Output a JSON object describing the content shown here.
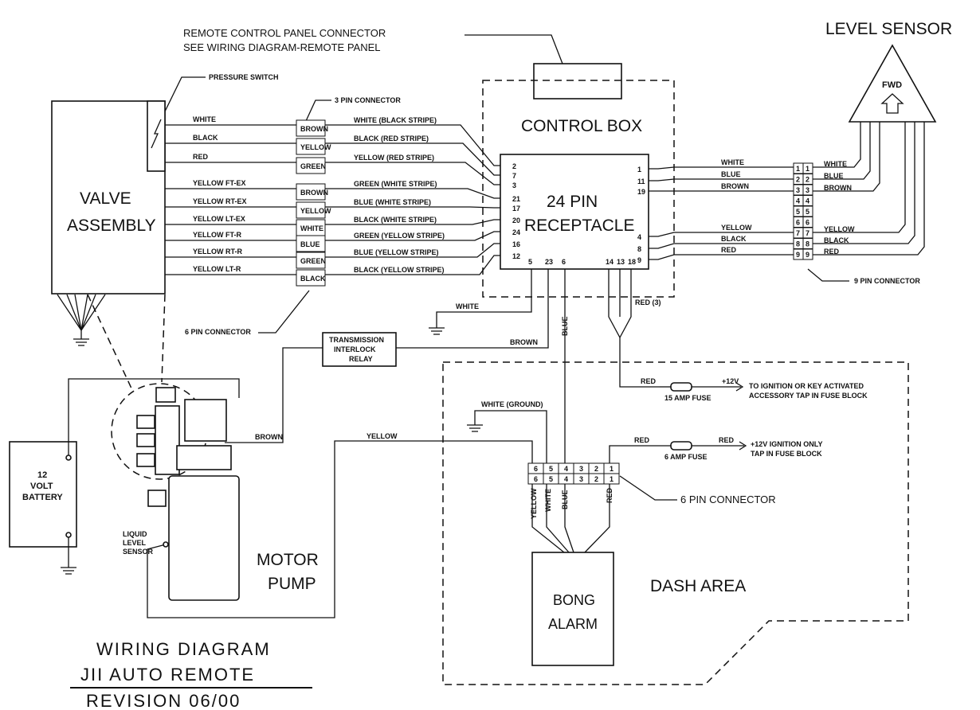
{
  "title": {
    "line1": "WIRING DIAGRAM",
    "line2": "JII AUTO REMOTE",
    "line3": "REVISION 06/00"
  },
  "remote_panel": {
    "line1": "REMOTE CONTROL PANEL CONNECTOR",
    "line2": "SEE WIRING DIAGRAM-REMOTE PANEL"
  },
  "pressure_switch": "PRESSURE SWITCH",
  "three_pin_connector": "3 PIN CONNECTOR",
  "six_pin_connector_left": "6 PIN CONNECTOR",
  "valve_assembly": {
    "line1": "VALVE",
    "line2": "ASSEMBLY"
  },
  "control_box": "CONTROL BOX",
  "receptacle": {
    "line1": "24 PIN",
    "line2": "RECEPTACLE"
  },
  "level_sensor": {
    "title": "LEVEL SENSOR",
    "fwd": "FWD"
  },
  "nine_pin_connector": "9 PIN CONNECTOR",
  "valve_wires": [
    "WHITE",
    "BLACK",
    "RED",
    "YELLOW FT-EX",
    "YELLOW RT-EX",
    "YELLOW LT-EX",
    "YELLOW FT-R",
    "YELLOW RT-R",
    "YELLOW LT-R"
  ],
  "connector3": [
    "BROWN",
    "YELLOW",
    "GREEN"
  ],
  "connector6": [
    "BROWN",
    "YELLOW",
    "WHITE",
    "BLUE",
    "GREEN",
    "BLACK"
  ],
  "receptacle_wires": [
    "WHITE (BLACK STRIPE)",
    "BLACK (RED STRIPE)",
    "YELLOW (RED STRIPE)",
    "GREEN (WHITE STRIPE)",
    "BLUE (WHITE STRIPE)",
    "BLACK (WHITE STRIPE)",
    "GREEN (YELLOW STRIPE)",
    "BLUE (YELLOW STRIPE)",
    "BLACK (YELLOW STRIPE)"
  ],
  "left_pins": [
    "2",
    "7",
    "3",
    "21",
    "17",
    "20",
    "24",
    "16",
    "12"
  ],
  "right_pins_top": [
    "1",
    "11",
    "19"
  ],
  "right_pins_bottom": [
    "4",
    "8",
    "9"
  ],
  "bottom_pins": [
    "5",
    "23",
    "6",
    "14",
    "13",
    "18"
  ],
  "sensor_wires_top": [
    "WHITE",
    "BLUE",
    "BROWN"
  ],
  "sensor_wires_bottom": [
    "YELLOW",
    "BLACK",
    "RED"
  ],
  "sensor_connector_pins": [
    "1",
    "2",
    "3",
    "4",
    "5",
    "6",
    "7",
    "8",
    "9"
  ],
  "sensor_side_wires_top": [
    "WHITE",
    "BLUE",
    "BROWN"
  ],
  "sensor_side_wires_bottom": [
    "YELLOW",
    "BLACK",
    "RED"
  ],
  "wire_white": "WHITE",
  "wire_brown": "BROWN",
  "wire_blue": "BLUE",
  "wire_red3": "RED (3)",
  "wire_red": "RED",
  "wire_yellow": "YELLOW",
  "relay": {
    "line1": "TRANSMISSION",
    "line2": "INTERLOCK",
    "line3": "RELAY"
  },
  "fuse15": {
    "label": "15 AMP FUSE",
    "voltage": "+12V",
    "target1": "TO IGNITION OR KEY ACTIVATED",
    "target2": "ACCESSORY TAP IN FUSE BLOCK"
  },
  "fuse6": {
    "label": "6 AMP FUSE",
    "voltage": "+12V IGNITION ONLY",
    "target": "TAP IN FUSE BLOCK"
  },
  "white_ground": "WHITE (GROUND)",
  "dash_connector_pins": [
    "6",
    "5",
    "4",
    "3",
    "2",
    "1"
  ],
  "dash_connector_label": "6 PIN CONNECTOR",
  "dash_wires": [
    "YELLOW",
    "WHITE",
    "BLUE",
    "RED"
  ],
  "dash_area": "DASH AREA",
  "bong_alarm": {
    "line1": "BONG",
    "line2": "ALARM"
  },
  "battery": {
    "line1": "12",
    "line2": "VOLT",
    "line3": "BATTERY"
  },
  "liquid_level": {
    "line1": "LIQUID",
    "line2": "LEVEL",
    "line3": "SENSOR"
  },
  "motor_pump": {
    "line1": "MOTOR",
    "line2": "PUMP"
  }
}
